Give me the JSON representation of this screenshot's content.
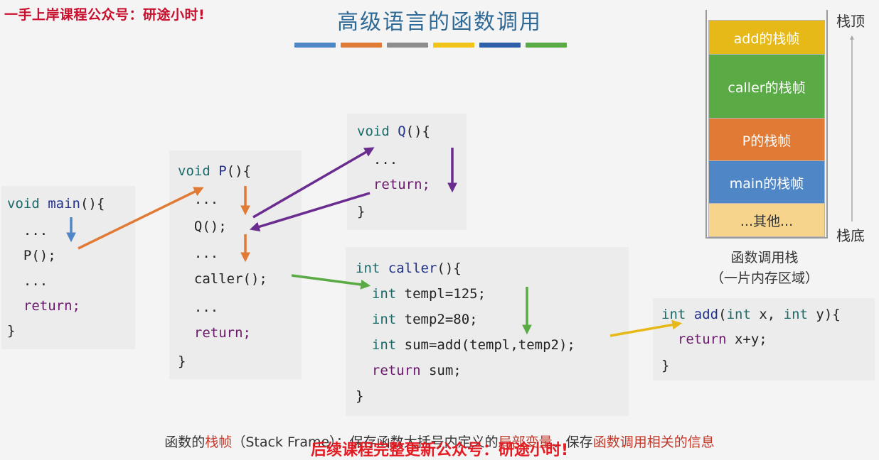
{
  "watermark_top": "一手上岸课程公众号：研途小时!",
  "title": "高级语言的函数调用",
  "title_bar_colors": [
    "#4f86c6",
    "#e07a35",
    "#8e8e8e",
    "#f0c419",
    "#2f5fa8",
    "#5aab46"
  ],
  "code": {
    "main": [
      "void main(){",
      "  ...",
      "  P();",
      "  ...",
      "  return;",
      "}"
    ],
    "p": [
      "void P(){",
      "  ...",
      "  Q();",
      "  ...",
      "  caller();",
      "  ...",
      "  return;",
      "}"
    ],
    "q": [
      "void Q(){",
      "  ...",
      "  return;",
      "}"
    ],
    "caller": [
      "int caller(){",
      "  int templ=125;",
      "  int temp2=80;",
      "  int sum=add(templ,temp2);",
      "  return sum;",
      "}"
    ],
    "add": [
      "int add(int x, int y){",
      "  return x+y;",
      "}"
    ]
  },
  "stack": {
    "top_label": "栈顶",
    "bottom_label": "栈底",
    "frames": [
      {
        "label": "add的栈帧",
        "color": "#e6b818"
      },
      {
        "label": "caller的栈帧",
        "color": "#5aab46"
      },
      {
        "label": "P的栈帧",
        "color": "#e07a35"
      },
      {
        "label": "main的栈帧",
        "color": "#4f86c6"
      },
      {
        "label": "...其他...",
        "color": "#f6d48c"
      }
    ],
    "caption_line1": "函数调用栈",
    "caption_line2": "（一片内存区域）"
  },
  "footer": {
    "part1": "函数的",
    "part2": "栈帧",
    "part3": "（Stack Frame）：保存函数大括号内定义的",
    "part4": "局部变量",
    "part5": "、保存",
    "part6": "函数调用相关的信息",
    "watermark": "后续课程完整更新公众号：研途小时!"
  }
}
